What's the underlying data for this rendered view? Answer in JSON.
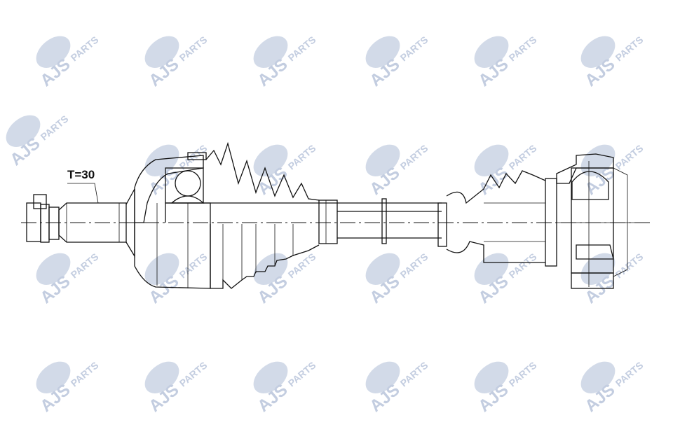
{
  "drawing": {
    "label": "T=30"
  },
  "watermark": {
    "brand": "AJS",
    "sub": "PARTS",
    "color": "#c3cde0"
  },
  "colors": {
    "line": "#111111",
    "background": "#ffffff"
  }
}
